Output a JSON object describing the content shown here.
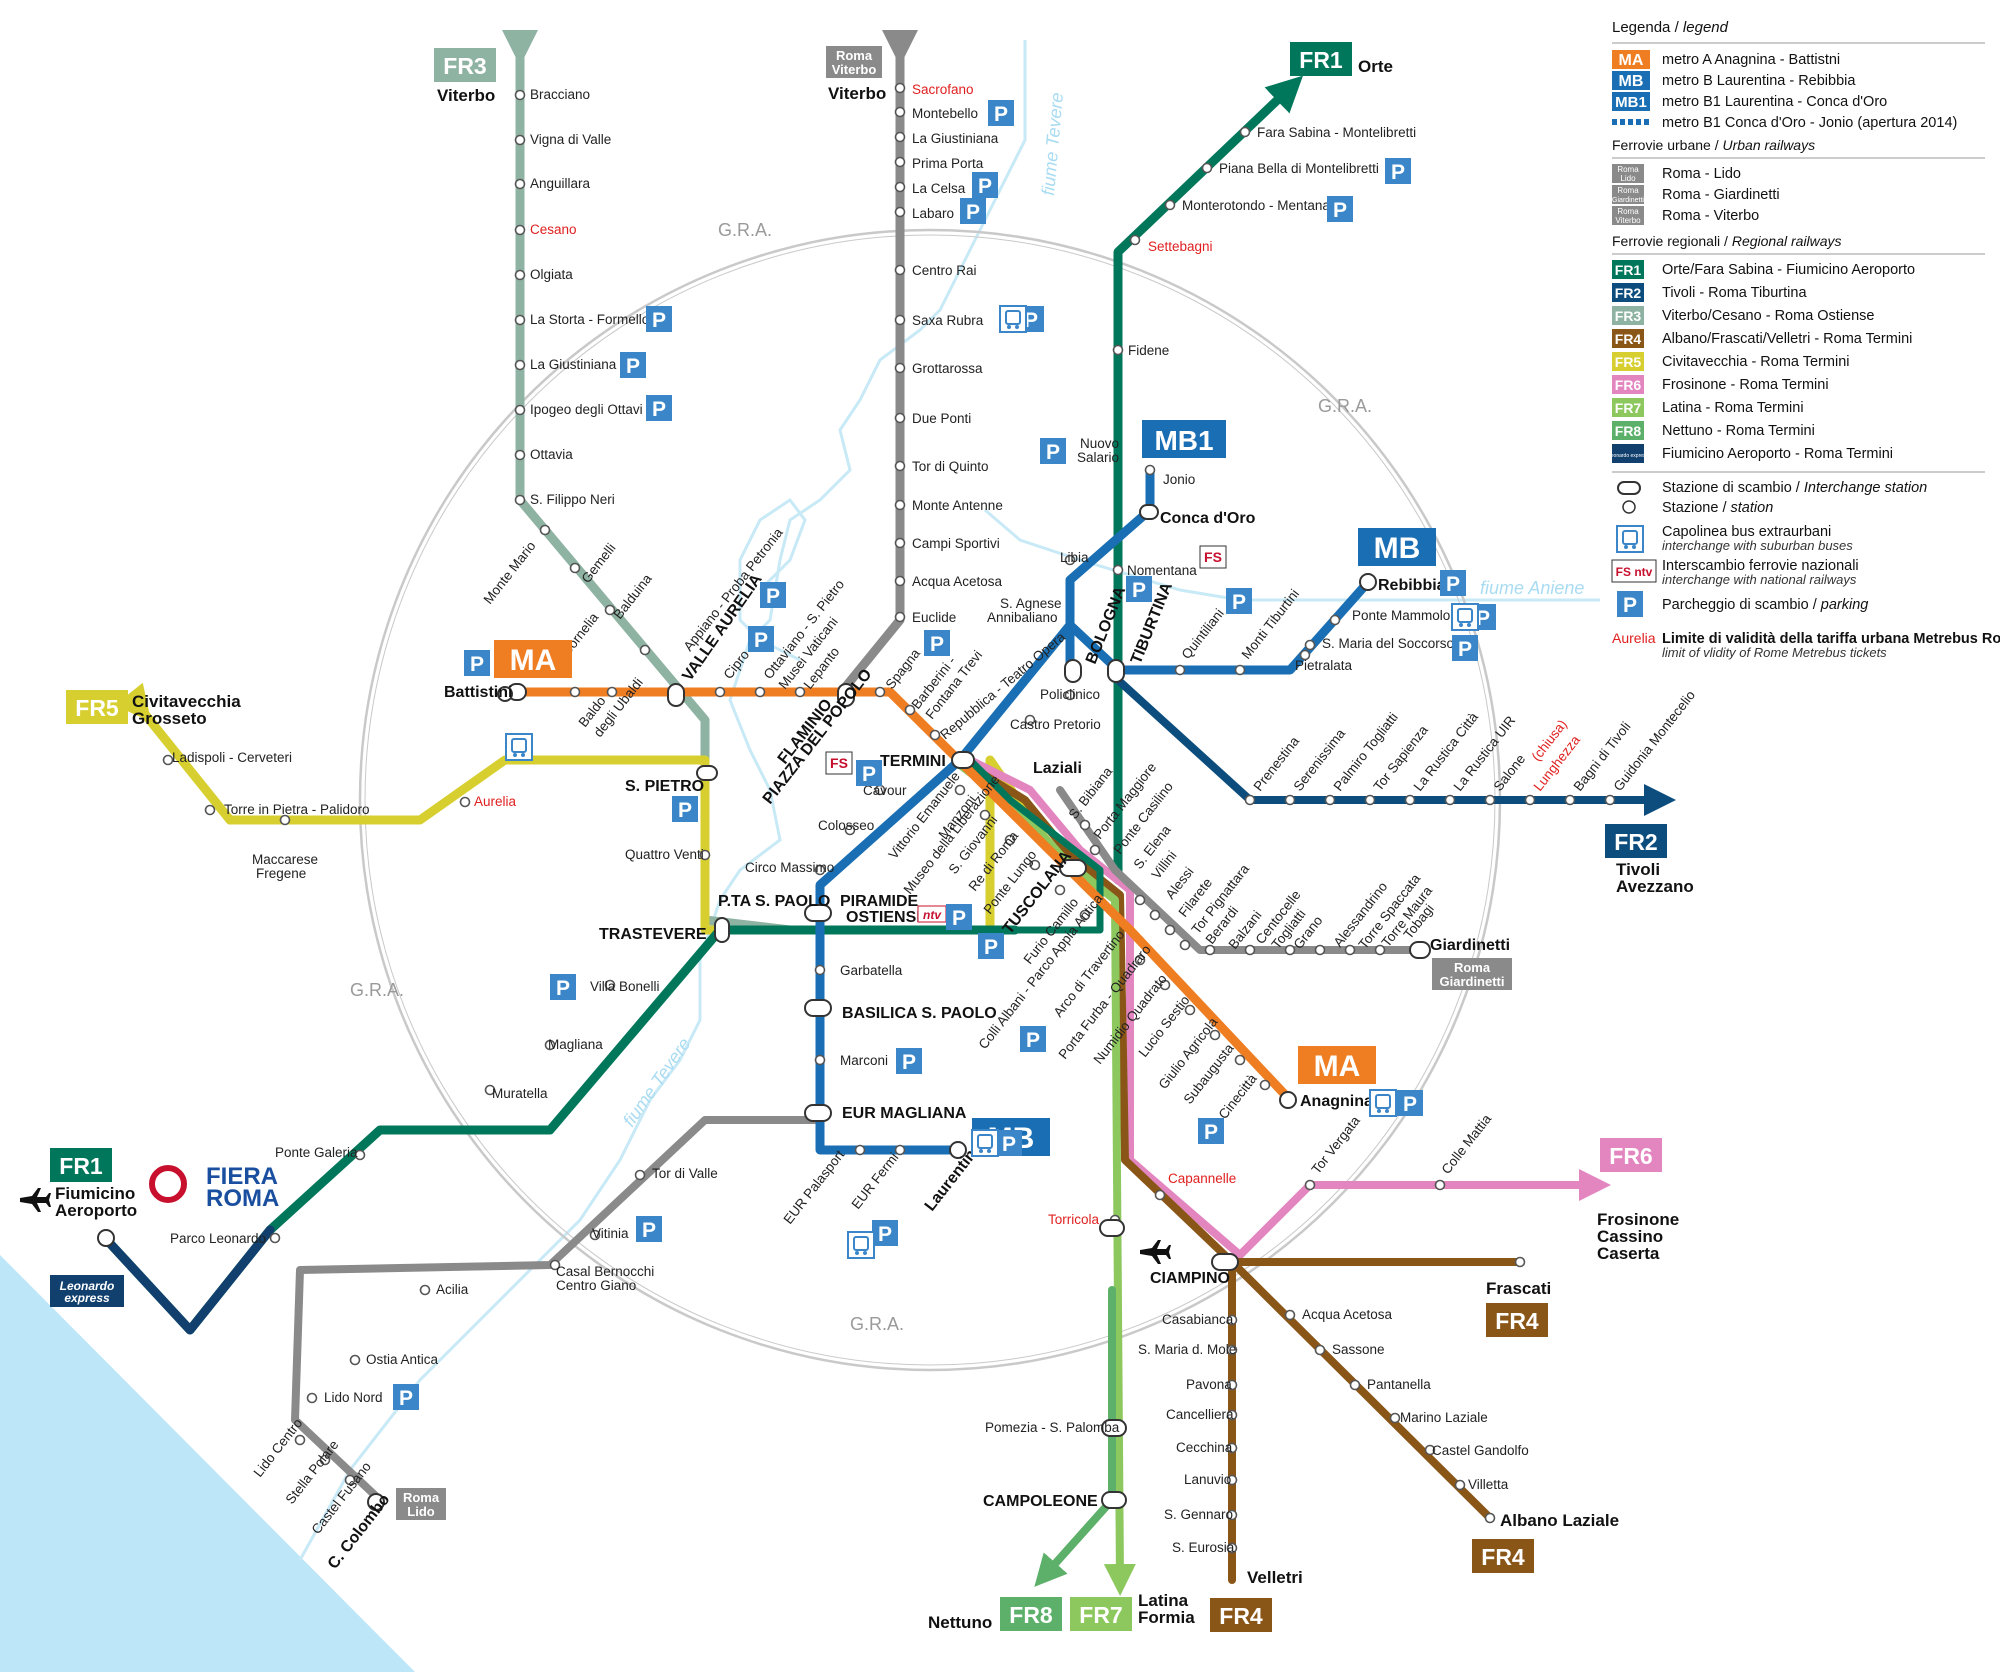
{
  "legend": {
    "title": "Legenda",
    "title_en": "legend",
    "metro": [
      {
        "badge": "MA",
        "text": "metro A Anagnina - Battistni",
        "color": "#ef7d22"
      },
      {
        "badge": "MB",
        "text": "metro B Laurentina - Rebibbia",
        "color": "#1a6fb4"
      },
      {
        "badge": "MB1",
        "text": "metro B1 Laurentina - Conca d'Oro",
        "color": "#1a6fb4"
      },
      {
        "badge": "",
        "text": "metro B1 Conca d'Oro - Jonio (apertura 2014)",
        "color": "#1a6fb4"
      }
    ],
    "urban_title": "Ferrovie urbane",
    "urban_title_en": "Urban railways",
    "urban": [
      {
        "badge_top": "Roma",
        "badge_bottom": "Lido",
        "text": "Roma - Lido"
      },
      {
        "badge_top": "Roma",
        "badge_bottom": "Giardinetti",
        "text": "Roma - Giardinetti"
      },
      {
        "badge_top": "Roma",
        "badge_bottom": "Viterbo",
        "text": "Roma - Viterbo"
      }
    ],
    "regional_title": "Ferrovie regionali",
    "regional_title_en": "Regional railways",
    "regional": [
      {
        "badge": "FR1",
        "text": "Orte/Fara Sabina - Fiumicino Aeroporto",
        "color": "#00775a"
      },
      {
        "badge": "FR2",
        "text": "Tivoli - Roma Tiburtina",
        "color": "#0c4d7d"
      },
      {
        "badge": "FR3",
        "text": "Viterbo/Cesano - Roma Ostiense",
        "color": "#8fb3a3"
      },
      {
        "badge": "FR4",
        "text": "Albano/Frascati/Velletri - Roma Termini",
        "color": "#8a5617"
      },
      {
        "badge": "FR5",
        "text": "Civitavecchia - Roma Termini",
        "color": "#d7cf2f"
      },
      {
        "badge": "FR6",
        "text": "Frosinone - Roma Termini",
        "color": "#e386c0"
      },
      {
        "badge": "FR7",
        "text": "Latina - Roma Termini",
        "color": "#8cc85e"
      },
      {
        "badge": "FR8",
        "text": "Nettuno - Roma Termini",
        "color": "#5db06a"
      },
      {
        "badge": "Leonardo express",
        "text": "Fiumicino Aeroporto - Roma Termini",
        "color": "#11406e"
      }
    ],
    "symbols": [
      {
        "icon": "interchange-icon",
        "text": "Stazione di scambio",
        "text_en": "Interchange station"
      },
      {
        "icon": "station-icon",
        "text": "Stazione",
        "text_en": "station"
      },
      {
        "icon": "bus-icon",
        "text": "Capolinea bus extraurbani",
        "text_en": "interchange with suburban buses"
      },
      {
        "icon": "national-rail-icon",
        "text": "Interscambio ferrovie nazionali",
        "text_en": "interchange with national railways"
      },
      {
        "icon": "parking-icon",
        "text": "Parcheggio di scambio",
        "text_en": "parking"
      }
    ],
    "limit_sample": "Aurelia",
    "limit_text": "Limite di validità della tariffa urbana Metrebus Roma",
    "limit_text_en": "limit of vlidity of Rome Metrebus tickets"
  },
  "badges": {
    "fr1_top": "FR1",
    "fr1_left": "FR1",
    "fr2": "FR2",
    "fr3": "FR3",
    "fr4_frascati": "FR4",
    "fr4_albano": "FR4",
    "fr4_bottom": "FR4",
    "fr5": "FR5",
    "fr6": "FR6",
    "fr7": "FR7",
    "fr8": "FR8",
    "ma_top": "MA",
    "ma_bottom": "MA",
    "mb_top": "MB",
    "mb_bottom": "MB",
    "mb1": "MB1",
    "roma_viterbo_1": "Roma",
    "roma_viterbo_2": "Viterbo",
    "roma_giard_1": "Roma",
    "roma_giard_2": "Giardinetti",
    "roma_lido_1": "Roma",
    "roma_lido_2": "Lido",
    "leonardo_1": "Leonardo",
    "leonardo_2": "express",
    "fiera_1": "FIERA",
    "fiera_2": "ROMA",
    "ntv": "ntv"
  },
  "destinations": {
    "orte": "Orte",
    "viterbo_fr3": "Viterbo",
    "viterbo_rv": "Viterbo",
    "civitavecchia": "Civitavecchia",
    "grosseto": "Grosseto",
    "tivoli": "Tivoli",
    "avezzano": "Avezzano",
    "frosinone": "Frosinone",
    "cassino": "Cassino",
    "caserta": "Caserta",
    "frascati": "Frascati",
    "albano": "Albano Laziale",
    "velletri": "Velletri",
    "latina": "Latina",
    "formia": "Formia",
    "nettuno": "Nettuno",
    "fiumicino_1": "Fiumicino",
    "fiumicino_2": "Aeroporto"
  },
  "map_labels": {
    "gra_top": "G.R.A.",
    "gra_right": "G.R.A.",
    "gra_left": "G.R.A.",
    "gra_bottom": "G.R.A.",
    "tevere_north": "fiume Tevere",
    "tevere_south": "fiume Tevere",
    "aniene": "fiume Aniene"
  },
  "hubs": {
    "battistini": "Battistini",
    "valle_aurelia": "VALLE AURELIA",
    "s_pietro": "S. PIETRO",
    "trastevere": "TRASTEVERE",
    "pta_s_paolo": "P.TA S. PAOLO",
    "piramide": "PIRAMIDE",
    "ostiense": "OSTIENSE",
    "termini": "TERMINI",
    "flaminio": "FLAMINIO",
    "piazza_popolo": "PIAZZA DEL POPOLO",
    "tuscolana": "TUSCOLANA",
    "bologna": "BOLOGNA",
    "tiburtina": "TIBURTINA",
    "basilica": "BASILICA S. PAOLO",
    "eur_magliana": "EUR MAGLIANA",
    "conca_doro": "Conca d'Oro",
    "rebibbia": "Rebibbia",
    "laziali": "Laziali",
    "anagnina": "Anagnina",
    "giardinetti": "Giardinetti",
    "ciampino": "CIAMPINO",
    "campoleone": "CAMPOLEONE",
    "laurentina": "Laurentina",
    "c_colombo": "C. Colombo"
  },
  "stations": {
    "fr3": [
      "Bracciano",
      "Vigna di Valle",
      "Anguillara",
      "Cesano",
      "Olgiata",
      "La Storta - Formello",
      "La Giustiniana",
      "Ipogeo degli Ottavi",
      "Ottavia",
      "S. Filippo Neri",
      "Monte Mario",
      "Gemelli",
      "Balduina",
      "Appiano - Proba Petronia"
    ],
    "viterbo": [
      "Sacrofano",
      "Montebello",
      "La Giustiniana",
      "Prima Porta",
      "La Celsa",
      "Labaro",
      "Centro Rai",
      "Saxa Rubra",
      "Grottarossa",
      "Due Ponti",
      "Tor di Quinto",
      "Monte Antenne",
      "Campi Sportivi",
      "Acqua Acetosa",
      "Euclide"
    ],
    "fr1_north": [
      "Fara Sabina - Montelibretti",
      "Piana Bella di Montelibretti",
      "Monterotondo - Mentana",
      "Settebagni",
      "Fidene",
      "Nuovo",
      "Salario",
      "Nomentana"
    ],
    "mb1": [
      "Jonio",
      "Libia",
      "S. Agnese",
      "Annibaliano"
    ],
    "ma_west": [
      "Baldo",
      "degli Ubaldi",
      "Cornelia",
      "Cipro",
      "Ottaviano - S. Pietro",
      "Musei Vaticani",
      "Lepanto",
      "Spagna",
      "Barberini -",
      "Fontana Trevi",
      "Repubblica - Teatro Opera"
    ],
    "mb_north": [
      "Policlinico",
      "Castro Pretorio",
      "Quintiliani",
      "Monti Tiburtini",
      "Pietralata",
      "Ponte Mammolo",
      "S. Maria del Soccorso"
    ],
    "fr5": [
      "Ladispoli - Cerveteri",
      "Torre in Pietra - Palidoro",
      "Maccarese",
      "Fregene",
      "Aurelia",
      "Quattro Venti"
    ],
    "central": [
      "Cavour",
      "Colosseo",
      "Circo Massimo",
      "Vittorio Emanuele",
      "Manzoni",
      "Museo della Liberazione",
      "S. Giovanni",
      "Re di Roma",
      "Ponte Lungo",
      "Furio Camillo",
      "Colli Albani - Parco Appia Antica",
      "Arco di Travertino",
      "Porta Furba - Quadraro",
      "Numidio Quadrato",
      "Lucio Sestio",
      "Giulio Agricola",
      "Subaugusta",
      "Cinecittà",
      "S. Bibiana",
      "Porta Maggiore",
      "Ponte Casilino",
      "S. Elena",
      "Villini",
      "Alessi",
      "Filarete",
      "Tor Pignattara",
      "Berardi",
      "Balzani",
      "Centocelle",
      "Togliatti",
      "Grano",
      "Alessandrino",
      "Torre Spaccata",
      "Torre Maura",
      "Tobagi"
    ],
    "fr2": [
      "Prenestina",
      "Serenissima",
      "Palmiro Togliatti",
      "Tor Sapienza",
      "La Rustica Città",
      "La Rustica UIR",
      "Salone",
      "(chiusa)",
      "Lunghezza",
      "Bagni di Tivoli",
      "Guidonia Montecelio"
    ],
    "fr1_south": [
      "Villa Bonelli",
      "Magliana",
      "Muratella",
      "Ponte Galeria",
      "Parco Leonardo"
    ],
    "mb_south": [
      "Garbatella",
      "Marconi",
      "EUR Palasport",
      "EUR Fermi"
    ],
    "lido": [
      "Tor di Valle",
      "Vitinia",
      "Casal Bernocchi",
      "Centro Giano",
      "Acilia",
      "Ostia Antica",
      "Lido Nord",
      "Lido Centro",
      "Stella Polare",
      "Castel Fusano"
    ],
    "south": [
      "Capannelle",
      "Torricola",
      "Tor Vergata",
      "Colle Mattia",
      "Casabianca",
      "S. Maria d. Mole",
      "Pavona",
      "Cancelliera",
      "Cecchina",
      "Lanuvio",
      "S. Gennaro",
      "S. Eurosia",
      "Acqua Acetosa",
      "Sassone",
      "Pantanella",
      "Marino Laziale",
      "Castel Gandolfo",
      "Villetta",
      "Pomezia - S. Palomba"
    ]
  }
}
